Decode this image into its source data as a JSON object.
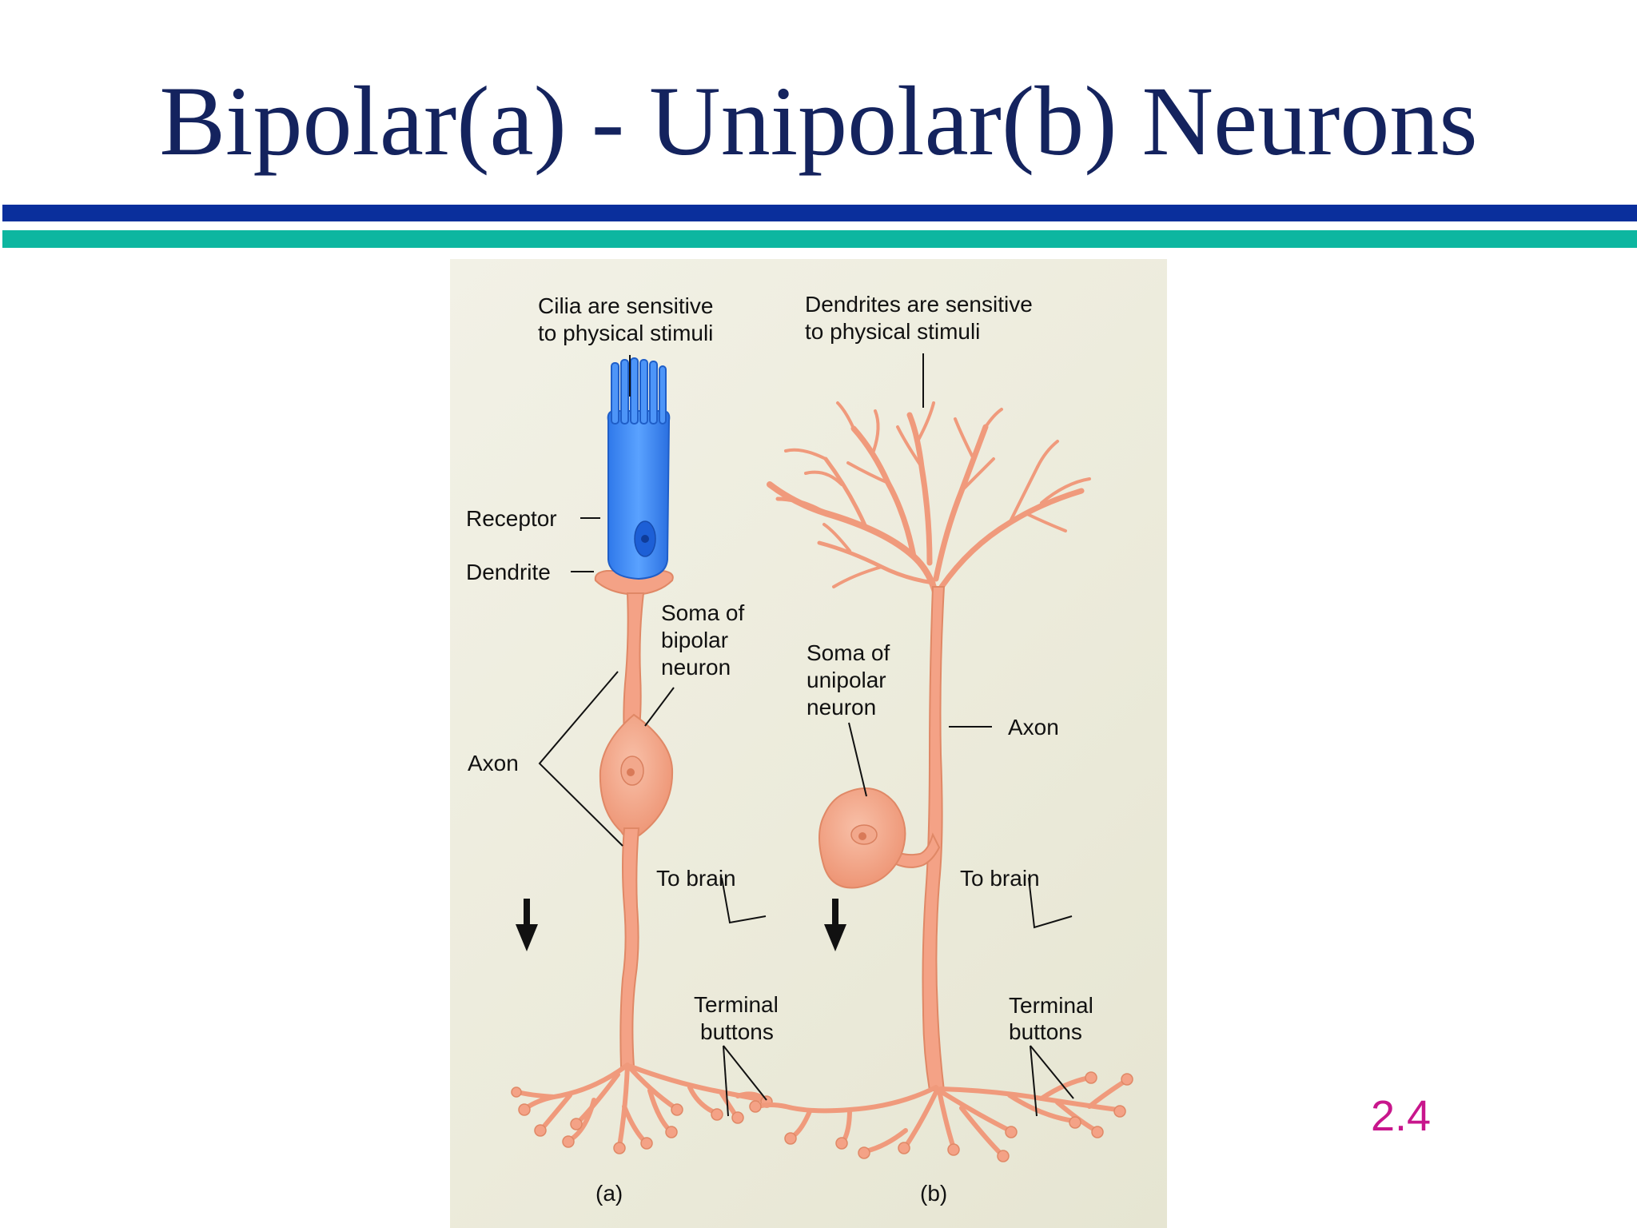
{
  "slide": {
    "title": "Bipolar(a)  -  Unipolar(b) Neurons",
    "slide_number": "2.4",
    "colors": {
      "title": "#14235e",
      "rule_top": "#0a2f9c",
      "rule_bottom": "#0db6a0",
      "slide_number": "#c8168c",
      "neuron": "#f4a286",
      "receptor": "#3a86f0",
      "panel": "#eeede0"
    }
  },
  "figure": {
    "a": {
      "caption": "(a)",
      "cilia_line1": "Cilia are sensitive",
      "cilia_line2": "to physical stimuli",
      "receptor": "Receptor",
      "dendrite": "Dendrite",
      "soma_line1": "Soma of",
      "soma_line2": "bipolar",
      "soma_line3": "neuron",
      "axon": "Axon",
      "to_brain": "To brain",
      "terminal_line1": "Terminal",
      "terminal_line2": "buttons"
    },
    "b": {
      "caption": "(b)",
      "dendrites_line1": "Dendrites are sensitive",
      "dendrites_line2": "to physical stimuli",
      "soma_line1": "Soma of",
      "soma_line2": "unipolar",
      "soma_line3": "neuron",
      "axon": "Axon",
      "to_brain": "To brain",
      "terminal_line1": "Terminal",
      "terminal_line2": "buttons"
    }
  }
}
